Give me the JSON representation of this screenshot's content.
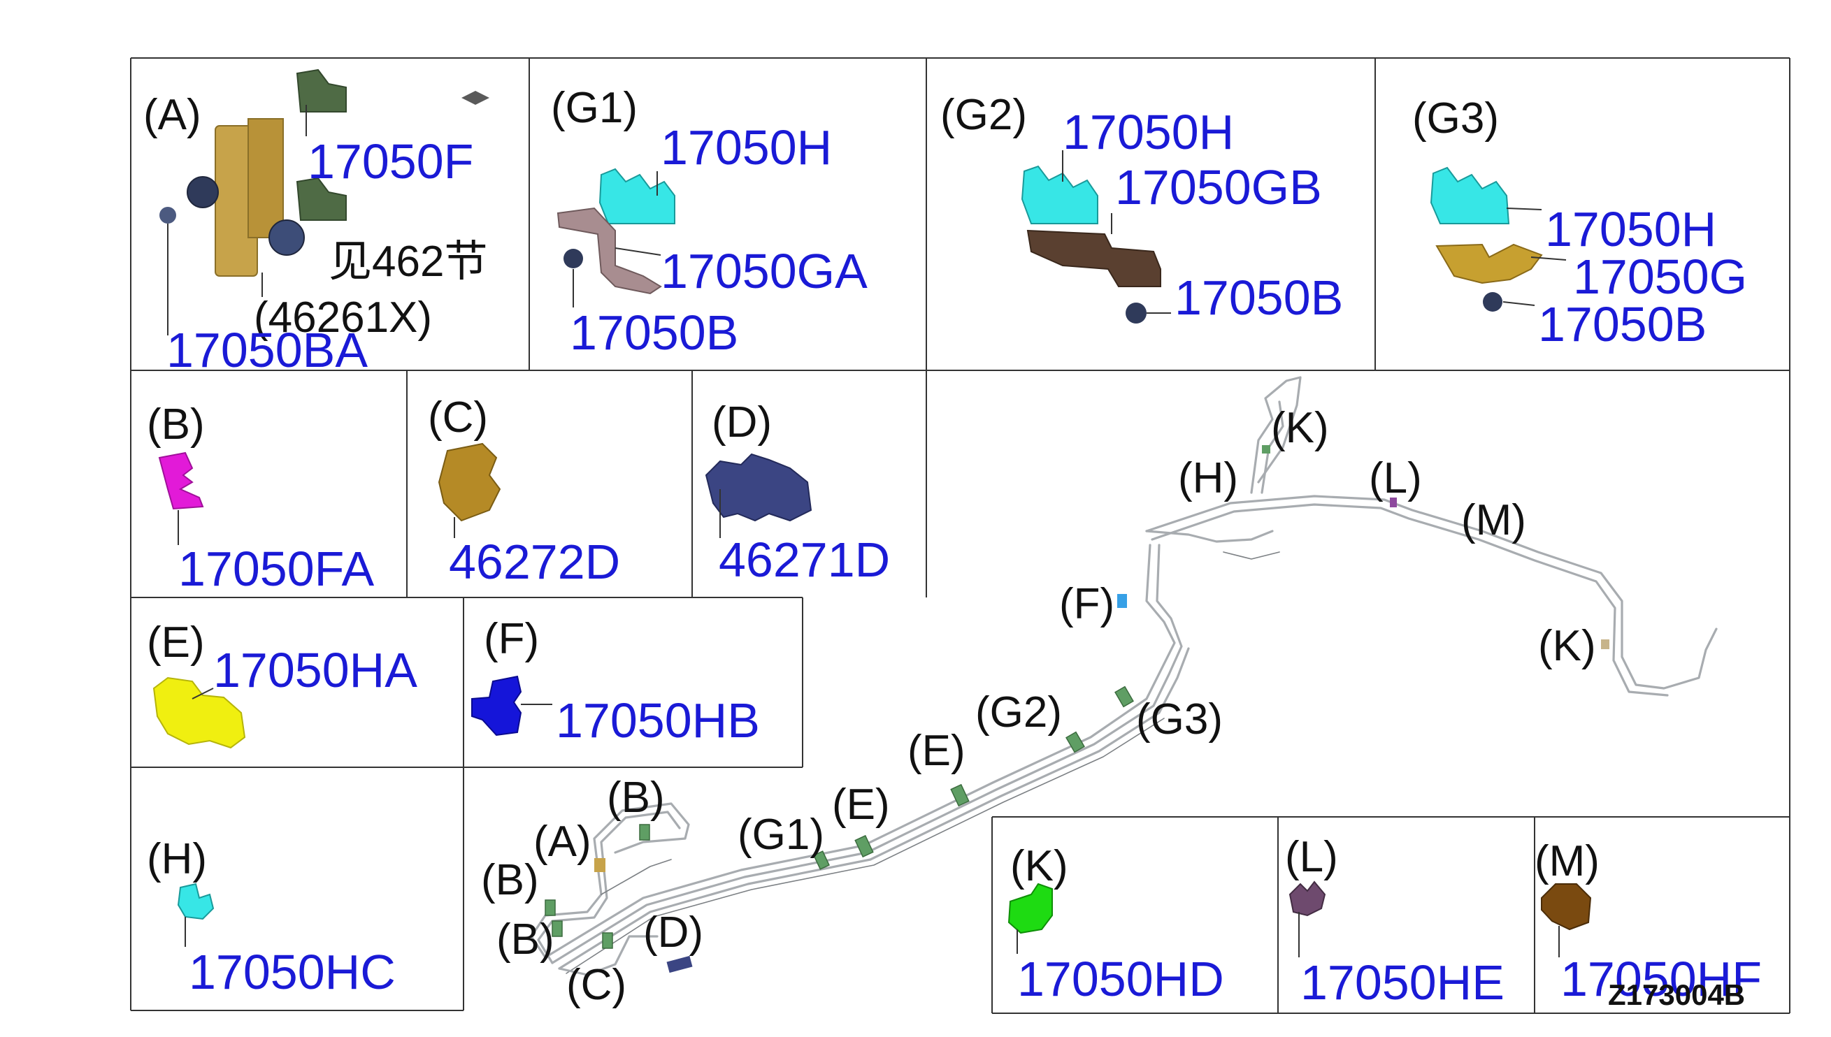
{
  "colors": {
    "frame": "#333333",
    "label_black": "#111111",
    "label_blue": "#1a1ad6",
    "pipe": "#a8acb0",
    "clip_green": "#5f9e64",
    "part_B": "#e21ad8",
    "part_C": "#b58a26",
    "part_D": "#3b4583",
    "part_E": "#f0ef10",
    "part_F": "#1515d9",
    "part_H": "#37e6e6",
    "part_K": "#1edb12",
    "part_L": "#6e4a6e",
    "part_M": "#7a4a10",
    "bracket_A": "#c7a34a",
    "bracket_G1": "#a88d90",
    "bracket_G2": "#5a4030",
    "bracket_G3": "#c7a030"
  },
  "panels": {
    "A": {
      "tag": "(A)",
      "parts": [
        "17050F",
        "17050BA"
      ],
      "note": "见462节",
      "ref": "(46261X)"
    },
    "G1": {
      "tag": "(G1)",
      "parts": [
        "17050H",
        "17050GA",
        "17050B"
      ]
    },
    "G2": {
      "tag": "(G2)",
      "parts": [
        "17050H",
        "17050GB",
        "17050B"
      ]
    },
    "G3": {
      "tag": "(G3)",
      "parts": [
        "17050H",
        "17050G",
        "17050B"
      ]
    },
    "B": {
      "tag": "(B)",
      "part": "17050FA"
    },
    "C": {
      "tag": "(C)",
      "part": "46272D"
    },
    "D": {
      "tag": "(D)",
      "part": "46271D"
    },
    "E": {
      "tag": "(E)",
      "part": "17050HA"
    },
    "F": {
      "tag": "(F)",
      "part": "17050HB"
    },
    "H": {
      "tag": "(H)",
      "part": "17050HC"
    },
    "K": {
      "tag": "(K)",
      "part": "17050HD"
    },
    "L": {
      "tag": "(L)",
      "part": "17050HE"
    },
    "M": {
      "tag": "(M)",
      "part": "17050HF"
    }
  },
  "callouts": {
    "K_top": "(K)",
    "H": "(H)",
    "L": "(L)",
    "M": "(M)",
    "F": "(F)",
    "K_right": "(K)",
    "G2": "(G2)",
    "G3": "(G3)",
    "E_1": "(E)",
    "E_2": "(E)",
    "G1": "(G1)",
    "B_1": "(B)",
    "A": "(A)",
    "B_2": "(B)",
    "B_3": "(B)",
    "D": "(D)",
    "C": "(C)"
  },
  "diagram_code": "Z173004B"
}
